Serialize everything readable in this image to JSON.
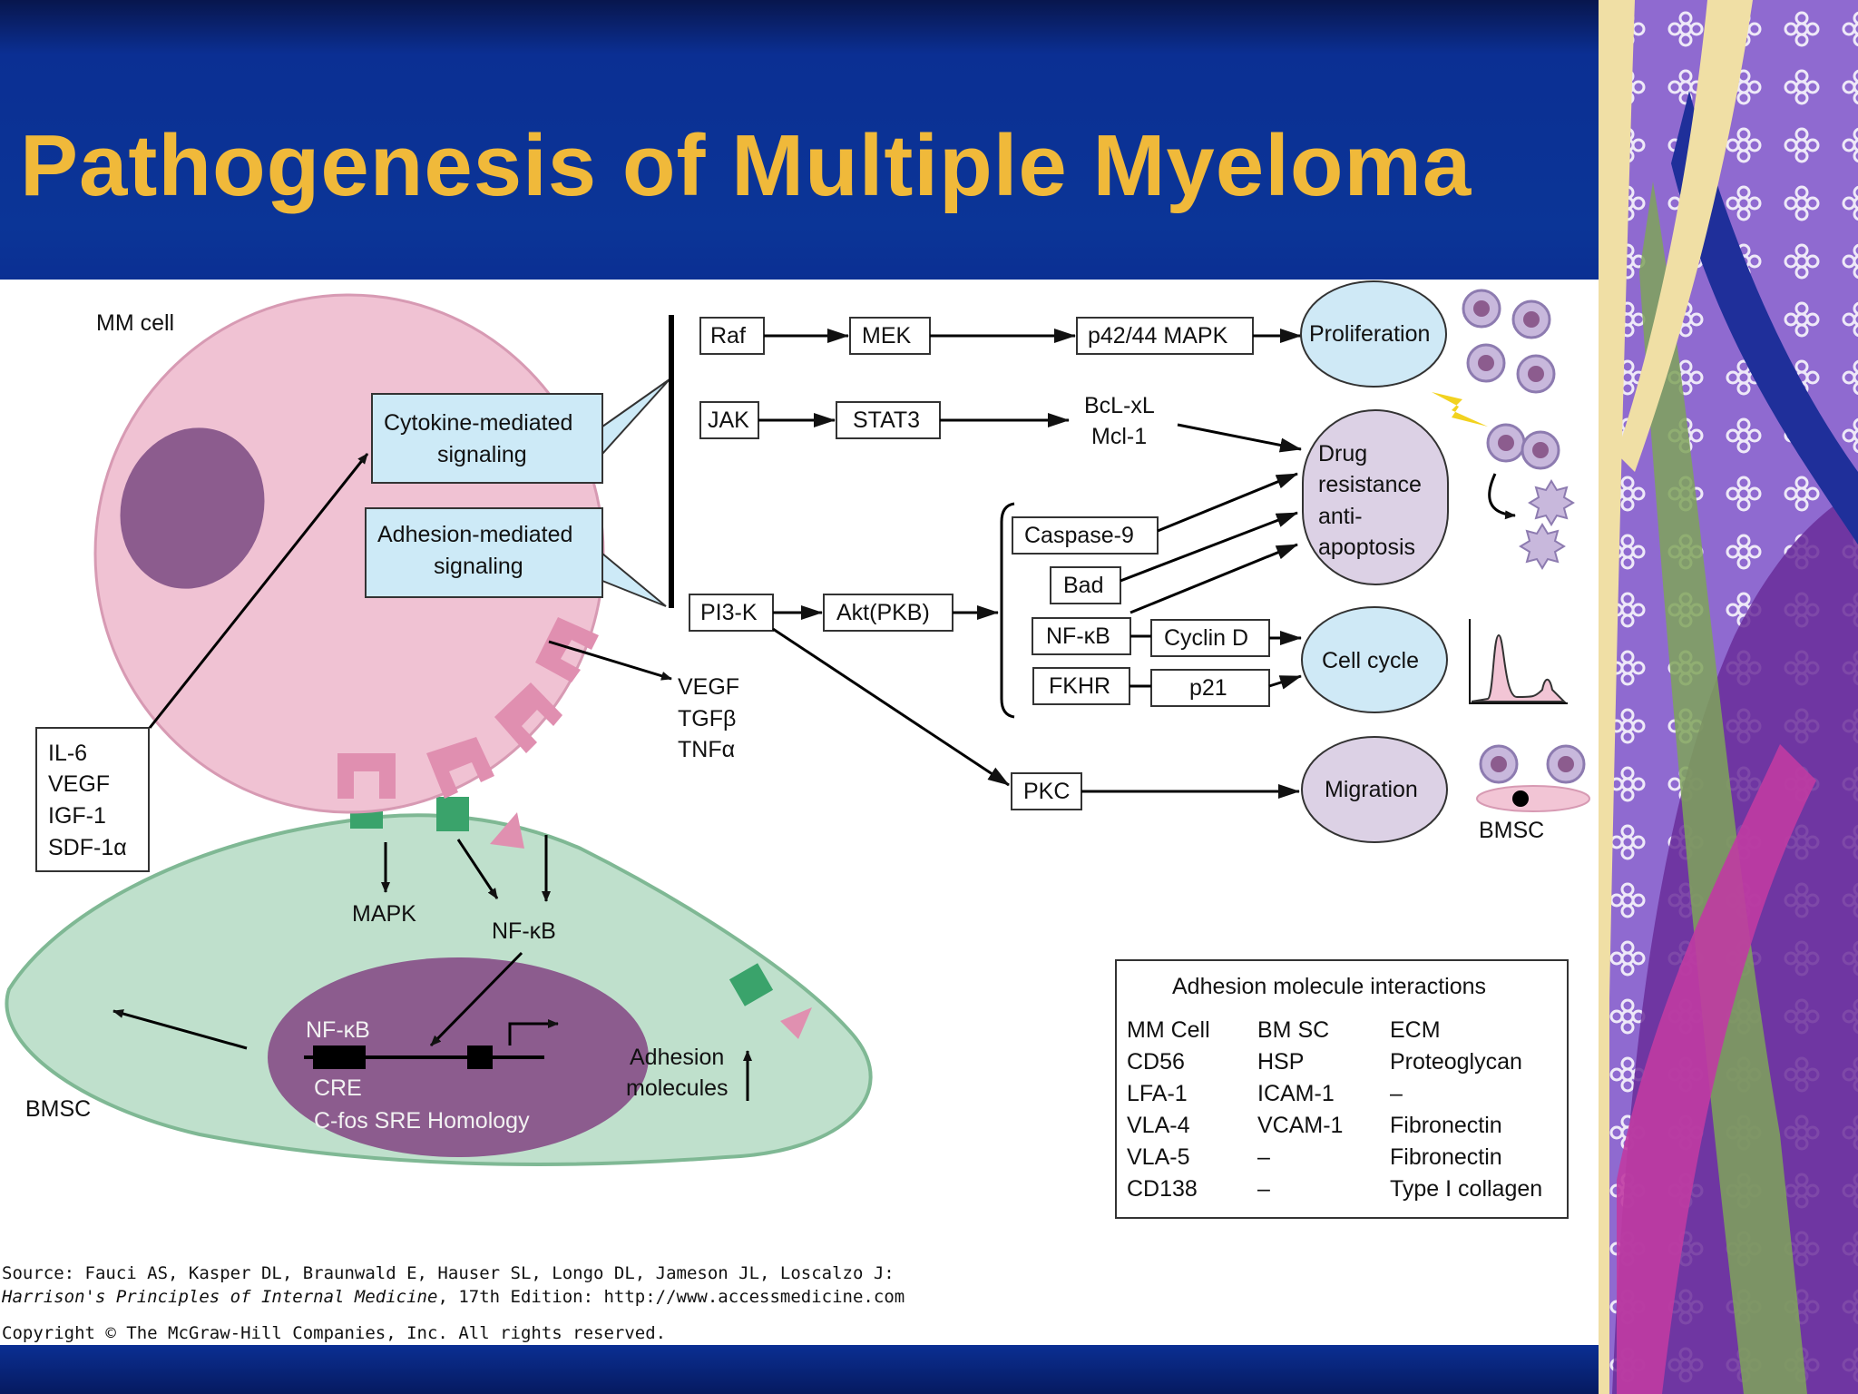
{
  "title": "Pathogenesis of Multiple Myeloma",
  "labels": {
    "mm_cell": "MM cell",
    "bmsc_left": "BMSC",
    "bmsc_right": "BMSC",
    "cytokine_line1": "Cytokine-mediated",
    "cytokine_line2": "signaling",
    "adhesion_line1": "Adhesion-mediated",
    "adhesion_line2": "signaling",
    "factors": [
      "IL-6",
      "VEGF",
      "IGF-1",
      "SDF-1α"
    ],
    "secreted": [
      "VEGF",
      "TGFβ",
      "TNFα"
    ],
    "mapk": "MAPK",
    "nfkb_cyto": "NF-κB",
    "nfkb_nuc": "NF-κB",
    "cre": "CRE",
    "cfos": "C-fos SRE Homology",
    "adh_mol_1": "Adhesion",
    "adh_mol_2": "molecules"
  },
  "pathway": {
    "raf": "Raf",
    "mek": "MEK",
    "p4244": "p42/44 MAPK",
    "jak": "JAK",
    "stat3": "STAT3",
    "bcl": "BcL-xL",
    "mcl": "Mcl-1",
    "pi3k": "PI3-K",
    "akt": "Akt(PKB)",
    "casp9": "Caspase-9",
    "bad": "Bad",
    "nfkb": "NF-κB",
    "cyclind": "Cyclin D",
    "fkhr": "FKHR",
    "p21": "p21",
    "pkc": "PKC"
  },
  "outcomes": {
    "proliferation": "Proliferation",
    "drug_lines": [
      "Drug",
      "resistance",
      "anti-",
      "apoptosis"
    ],
    "cell_cycle": "Cell cycle",
    "migration": "Migration"
  },
  "table": {
    "title": "Adhesion molecule interactions",
    "headers": [
      "MM Cell",
      "BM SC",
      "ECM"
    ],
    "rows": [
      [
        "CD56",
        "HSP",
        "Proteoglycan"
      ],
      [
        "LFA-1",
        "ICAM-1",
        "–"
      ],
      [
        "VLA-4",
        "VCAM-1",
        "Fibronectin"
      ],
      [
        "VLA-5",
        "–",
        "Fibronectin"
      ],
      [
        "CD138",
        "–",
        "Type I collagen"
      ]
    ]
  },
  "source": {
    "line1": "Source: Fauci AS, Kasper DL, Braunwald E, Hauser SL, Longo DL, Jameson JL, Loscalzo J:",
    "book": "Harrison's Principles of Internal Medicine",
    "line2_rest": ", 17th Edition: http://www.accessmedicine.com",
    "line3": "Copyright © The McGraw-Hill Companies, Inc. All rights reserved."
  },
  "colors": {
    "title": "#f0b93a",
    "header_blue": "#0b3597",
    "mm_cell": "#f0c2d3",
    "nucleus": "#8c5c8e",
    "bmsc": "#bfe0cc",
    "callout": "#cdeaf7",
    "outcome_blue": "#cfe9f6",
    "outcome_purple": "#dcd1e5"
  }
}
